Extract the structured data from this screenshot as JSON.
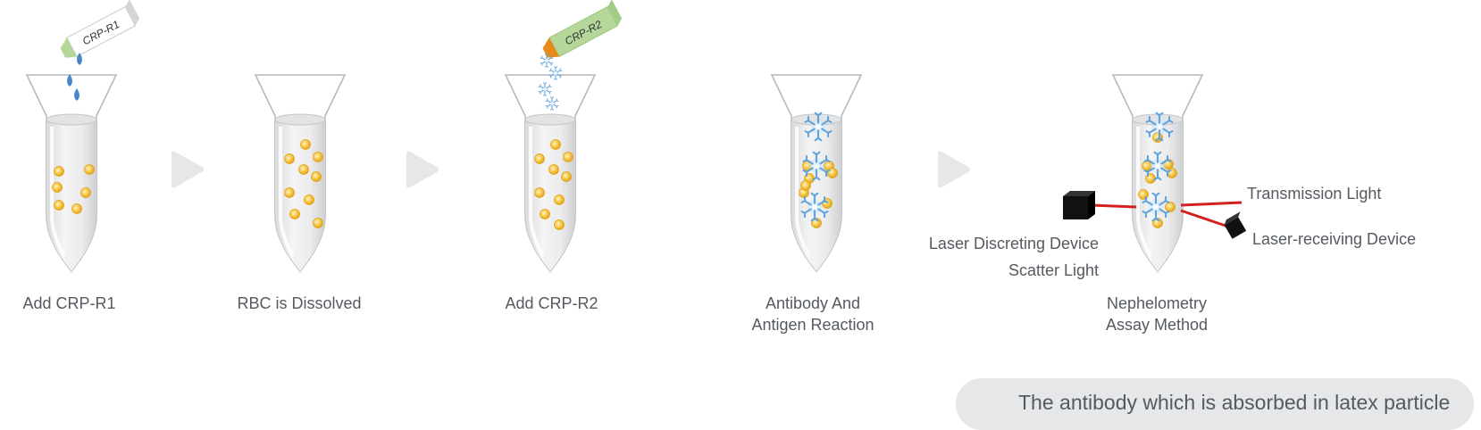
{
  "steps": [
    {
      "label_line1": "Add CRP-R1",
      "label_line2": ""
    },
    {
      "label_line1": "RBC is Dissolved",
      "label_line2": ""
    },
    {
      "label_line1": "Add CRP-R2",
      "label_line2": ""
    },
    {
      "label_line1": "Antibody And",
      "label_line2": "Antigen Reaction"
    },
    {
      "label_line1": "Nephelometry",
      "label_line2": "Assay Method"
    }
  ],
  "reagents": {
    "r1_label": "CRP-R1",
    "r2_label": "CRP-R2",
    "r1_color": "#4a86c5",
    "r2_tip_color": "#e88a1a",
    "bottle_green": "#b5d89a"
  },
  "nephelometry": {
    "transmission_label": "Transmission Light",
    "receiver_label": "Laser-receiving Device",
    "emitter_label": "Laser Discreting Device",
    "scatter_label": "Scatter Light",
    "laser_color": "#d32020"
  },
  "legend": {
    "text": "The antibody which is absorbed in latex particle",
    "icon": "antibody-snowflake-icon"
  },
  "colors": {
    "particle": "#f5c23a",
    "antibody": "#6aaee6",
    "arrow": "#e6e7e8",
    "label": "#555a60"
  }
}
